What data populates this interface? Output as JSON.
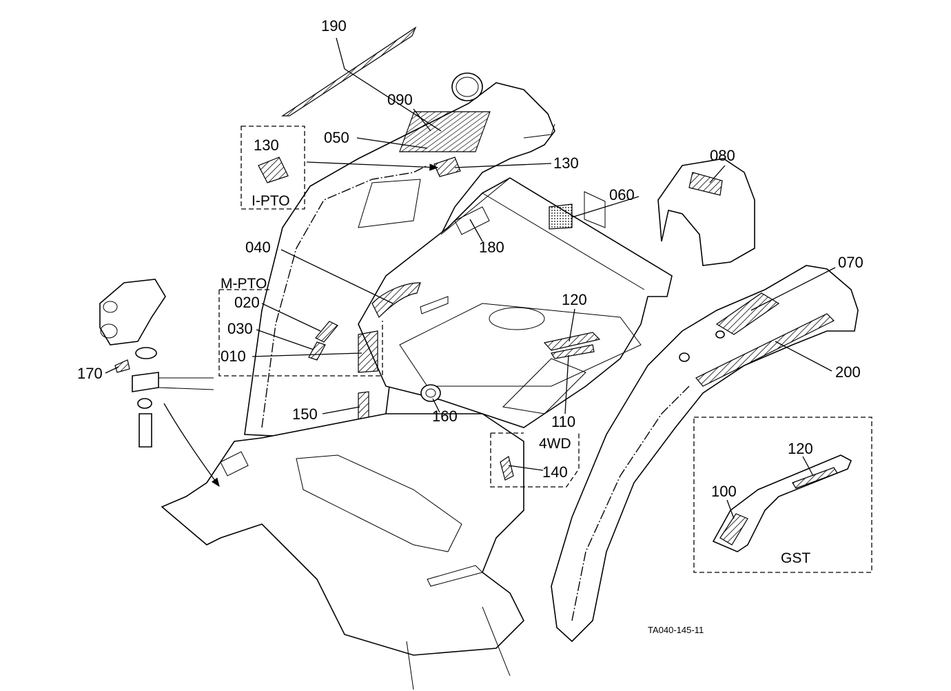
{
  "callouts": {
    "c190": "190",
    "c090": "090",
    "c050": "050",
    "c130_inset": "130",
    "c130_main": "130",
    "c080": "080",
    "c060": "060",
    "c180": "180",
    "c040": "040",
    "c020": "020",
    "c030": "030",
    "c010": "010",
    "c170": "170",
    "c150": "150",
    "c160": "160",
    "c120_main": "120",
    "c110": "110",
    "c140": "140",
    "c070": "070",
    "c200": "200",
    "c120_gst": "120",
    "c100": "100"
  },
  "groups": {
    "ipto": "I-PTO",
    "mpto": "M-PTO",
    "fwd": "4WD",
    "gst": "GST"
  },
  "figure_code": "TA040-145-11"
}
